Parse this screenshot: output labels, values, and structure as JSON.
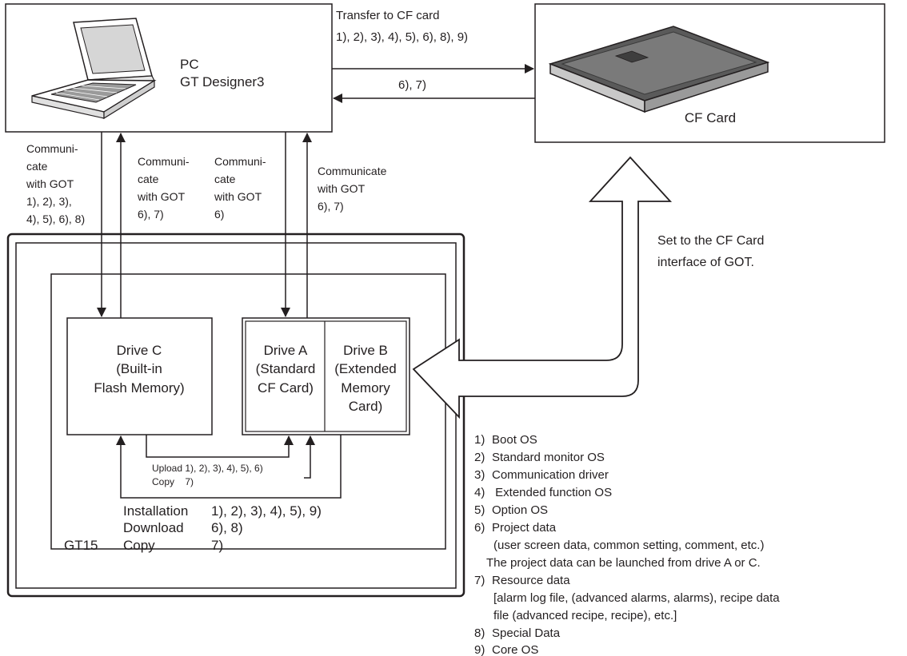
{
  "pc": {
    "label": "PC",
    "software": "GT Designer3"
  },
  "cf_card": {
    "label": "CF Card"
  },
  "transfer_to_cf": {
    "title": "Transfer to CF card",
    "items": "1), 2), 3), 4), 5), 6), 8), 9)"
  },
  "from_cf": {
    "items": "6), 7)"
  },
  "comm": [
    {
      "lines": [
        "Communi-",
        "cate",
        "with GOT",
        "1), 2), 3),",
        "4), 5), 6), 8)"
      ]
    },
    {
      "lines": [
        "Communi-",
        "cate",
        "with GOT",
        "6), 7)"
      ]
    },
    {
      "lines": [
        "Communi-",
        "cate",
        "with GOT",
        "6)"
      ]
    },
    {
      "lines": [
        "Communicate",
        "with GOT",
        "6), 7)"
      ]
    }
  ],
  "set_to_cf": {
    "lines": [
      "Set to the CF Card",
      "interface of GOT."
    ]
  },
  "drive_c": {
    "lines": [
      "Drive C",
      "(Built-in",
      "Flash Memory)"
    ]
  },
  "drive_a": {
    "lines": [
      "Drive A",
      "(Standard",
      "CF Card)"
    ]
  },
  "drive_b": {
    "lines": [
      "Drive B",
      "(Extended",
      "Memory",
      "Card)"
    ]
  },
  "upload_copy": {
    "upload": "Upload 1), 2), 3), 4), 5), 6)",
    "copy": "Copy    7)"
  },
  "got_ops": {
    "model": "GT15",
    "installation": "Installation",
    "installation_items": "1), 2), 3), 4), 5), 9)",
    "download": "Download",
    "download_items": "6), 8)",
    "copy": "Copy",
    "copy_items": "7)"
  },
  "legend": [
    {
      "num": "1)",
      "text": "Boot OS"
    },
    {
      "num": "2)",
      "text": "Standard monitor OS"
    },
    {
      "num": "3)",
      "text": "Communication driver"
    },
    {
      "num": "4)",
      "text": " Extended function OS"
    },
    {
      "num": "5)",
      "text": "Option OS"
    },
    {
      "num": "6)",
      "text": "Project data",
      "sub": [
        "(user screen data, common setting, comment, etc.)",
        "The project data can be launched from drive A or C."
      ]
    },
    {
      "num": "7)",
      "text": "Resource data",
      "sub": [
        "[alarm log file, (advanced alarms, alarms), recipe data",
        "file (advanced recipe, recipe), etc.]"
      ]
    },
    {
      "num": "8)",
      "text": "Special Data"
    },
    {
      "num": "9)",
      "text": "Core OS"
    }
  ]
}
